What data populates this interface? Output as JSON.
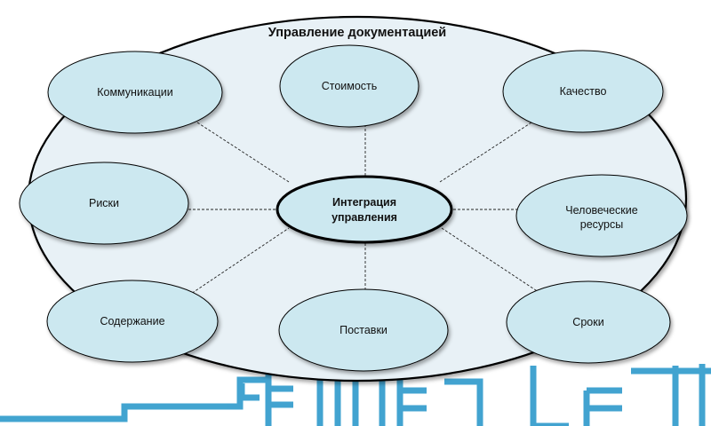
{
  "diagram": {
    "title": "Управление документацией",
    "center": {
      "line1": "Интеграция",
      "line2": "управления"
    },
    "nodes": {
      "communications": "Коммуникации",
      "cost": "Стоимость",
      "quality": "Качество",
      "risks": "Риски",
      "hr_line1": "Человеческие",
      "hr_line2": "ресурсы",
      "content": "Содержание",
      "procurement": "Поставки",
      "schedule": "Сроки"
    }
  },
  "colors": {
    "outer_fill": "#E8F1F6",
    "node_fill": "#CCE8F0",
    "stroke": "#000000",
    "watermark": "#2E9ACB"
  }
}
